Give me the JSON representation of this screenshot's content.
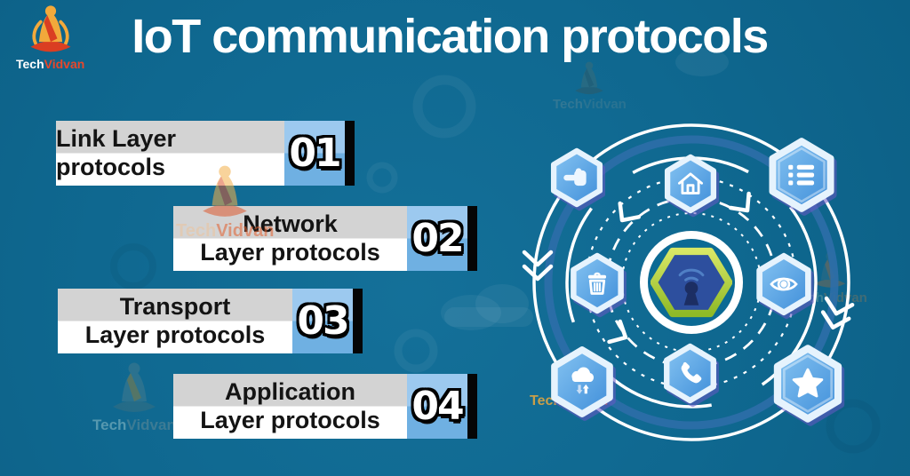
{
  "brand": {
    "tech": "Tech",
    "vidvan": "Vidvan"
  },
  "header": {
    "title": "IoT communication protocols"
  },
  "protocols": {
    "items": [
      {
        "line1": "Link Layer protocols",
        "line2": "",
        "number": "01"
      },
      {
        "line1": "Network",
        "line2": "Layer protocols",
        "number": "02"
      },
      {
        "line1": "Transport",
        "line2": "Layer protocols",
        "number": "03"
      },
      {
        "line1": "Application",
        "line2": "Layer protocols",
        "number": "04"
      }
    ]
  },
  "diagram": {
    "center_icon": "wifi-keyhole-security-icon",
    "satellite_icons": [
      "hand-pointer-icon",
      "home-icon",
      "bullet-list-icon",
      "trash-icon",
      "eye-icon",
      "cloud-transfer-icon",
      "phone-icon",
      "star-icon"
    ]
  },
  "watermarks": [
    {
      "tech": "Tech",
      "vidvan": "Vidvan"
    },
    {
      "tech": "Tech",
      "vidvan": "Vidvan"
    },
    {
      "tech": "Tech",
      "vidvan": "Vidvan"
    },
    {
      "tech": "Tech",
      "vidvan": "Vidvan"
    },
    {
      "tech": "Tech",
      "vidvan": "Vidvan"
    }
  ],
  "colors": {
    "background": "#0f6890",
    "bar_gray": "#d3d3d3",
    "bar_white": "#ffffff",
    "number_blue_top": "#9cc9ef",
    "number_blue_bottom": "#6fb0e2",
    "end_cap": "#050505",
    "hex_border": "#e6f3fd",
    "hex_blue": "#4f9de2",
    "hex_shadow": "#6858c4",
    "center_lime": "#b5cf3c",
    "center_navy": "#2d4f9e",
    "brand_orange": "#f2a93b",
    "brand_red": "#da3e22",
    "title_color": "#ffffff"
  }
}
